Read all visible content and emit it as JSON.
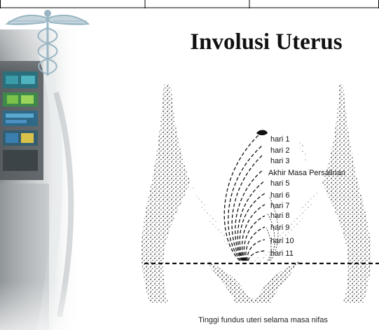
{
  "slide": {
    "title": "Involusi Uterus",
    "caption": "Tinggi fundus uteri selama masa nifas"
  },
  "diagram": {
    "labels": [
      "hari 1",
      "hari 2",
      "hari 3",
      "Akhir Masa Persalinan",
      "hari 5",
      "hari 6",
      "hari 7",
      "hari 8",
      "hari 9",
      "hari 10",
      "hari 11"
    ]
  },
  "colors": {
    "ink": "#111111",
    "caduceus": "#9ab6c4",
    "monitor_teal": "#3a9aa8",
    "monitor_green": "#7bc24a"
  },
  "icons": {
    "logo": "caduceus-icon"
  }
}
